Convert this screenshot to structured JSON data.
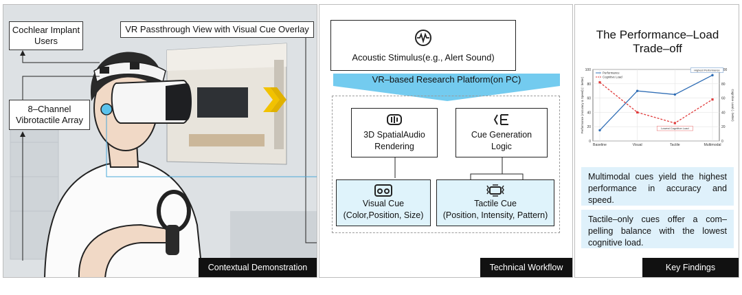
{
  "left_panel": {
    "label_users": "Cochlear Implant\nUsers",
    "label_vr_view": "VR Passthrough View with Visual Cue Overlay",
    "label_vibro": "8–Channel\nVibrotactile Array",
    "footer": "Contextual Demonstration"
  },
  "mid_panel": {
    "stimulus": "Acoustic Stimulus(e.g., Alert Sound)",
    "platform": "VR–based Research Platform(on PC)",
    "spatial_audio": "3D SpatialAudio\nRendering",
    "cue_logic": "Cue Generation\nLogic",
    "visual_cue_title": "Visual Cue",
    "visual_cue_detail": "(Color,Position, Size)",
    "tactile_cue_title": "Tactile Cue",
    "tactile_cue_detail": "(Position, Intensity, Pattern)",
    "footer": "Technical Workflow"
  },
  "right_panel": {
    "title": "The Performance–Load\nTrade–off",
    "finding_1": "Multimodal cues yield the highest performance in accuracy and speed.",
    "finding_2": "Tactile–only cues offer a com–pelling balance with the lowest cognitive load.",
    "footer": "Key Findings"
  },
  "chart_data": {
    "type": "line",
    "categories": [
      "Baseline",
      "Visual",
      "Tactile",
      "Multimodal"
    ],
    "series": [
      {
        "name": "Performance",
        "values": [
          15,
          70,
          65,
          92
        ],
        "color": "#2f6db5",
        "axis": "left"
      },
      {
        "name": "Cognitive Load",
        "values": [
          82,
          40,
          25,
          58
        ],
        "color": "#e03a3a",
        "axis": "right"
      }
    ],
    "ylabel": "Performance (Accuracy & Speed) (↑ better)",
    "y2label": "Cognitive Load (↓ better)",
    "ylim": [
      0,
      100
    ],
    "y2lim": [
      0,
      100
    ],
    "yticks": [
      0,
      20,
      40,
      60,
      80,
      100
    ],
    "annotations": [
      {
        "text": "Highest Performance",
        "category": "Multimodal",
        "series": "Performance"
      },
      {
        "text": "Lowest Cognitive Load",
        "category": "Tactile",
        "series": "Cognitive Load"
      }
    ],
    "legend": "top-left",
    "grid": true
  },
  "colors": {
    "accent_blue": "#5bc2ec",
    "cue_box_fill": "#dff3fb",
    "chevron_yellow": "#f2c200"
  }
}
